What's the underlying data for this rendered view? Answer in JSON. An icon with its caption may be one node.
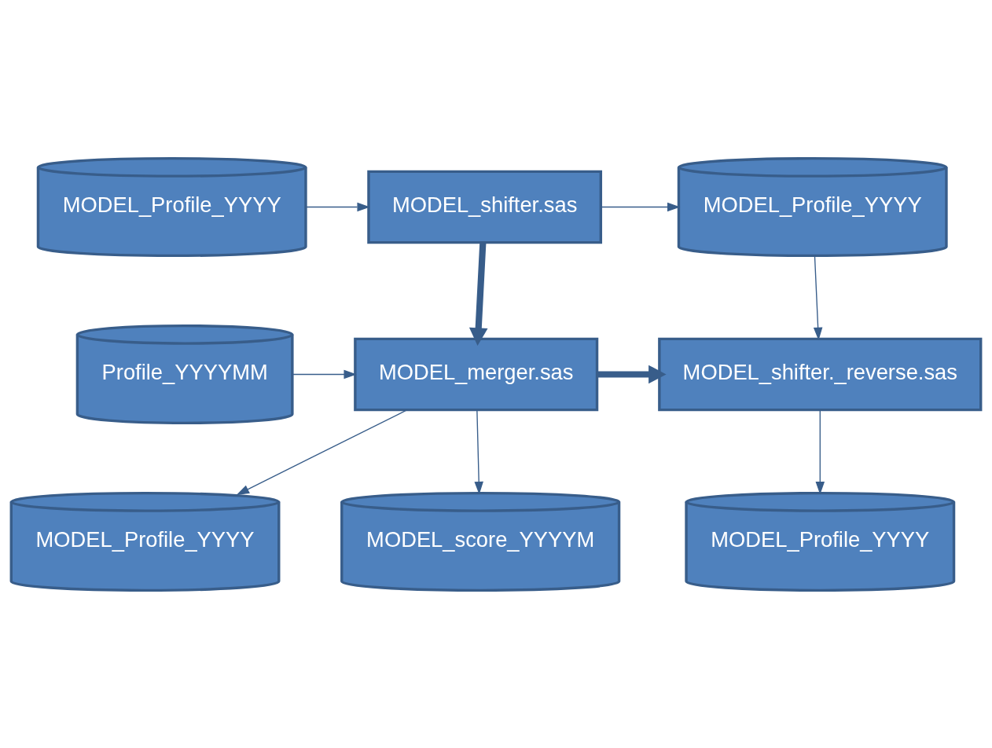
{
  "diagram": {
    "nodes": [
      {
        "text": [
          "MODEL_Profile_YYYY"
        ]
      },
      {
        "text": [
          "MODEL_shifter.sas"
        ]
      },
      {
        "text": [
          "MODEL_Profile_YYYY"
        ]
      },
      {
        "text": [
          "Profile_YYYYMM"
        ]
      },
      {
        "text": [
          "MODEL_merger.sas"
        ]
      },
      {
        "text": [
          "MODEL_shifter._reverse.sas"
        ]
      },
      {
        "text": [
          "MODEL_Profile_YYYY"
        ]
      },
      {
        "text": [
          "MODEL_score_YYYYM"
        ]
      },
      {
        "text": [
          "MODEL_Profile_YYYY"
        ]
      }
    ],
    "edges": [
      {
        "from": 0,
        "to": 1,
        "arrow": "to"
      },
      {
        "from": 1,
        "to": 2,
        "arrow": "to"
      },
      {
        "from": 1,
        "to": 4,
        "arrow": "to",
        "style": "thick"
      },
      {
        "from": 2,
        "to": 5,
        "arrow": "to"
      },
      {
        "from": 3,
        "to": 4,
        "arrow": "to"
      },
      {
        "from": 4,
        "to": 5,
        "arrow": "to",
        "style": "thick"
      },
      {
        "from": 4,
        "to": 6,
        "arrow": "to"
      },
      {
        "from": 4,
        "to": 7,
        "arrow": "to"
      },
      {
        "from": 5,
        "to": 8,
        "arrow": "to"
      }
    ]
  }
}
